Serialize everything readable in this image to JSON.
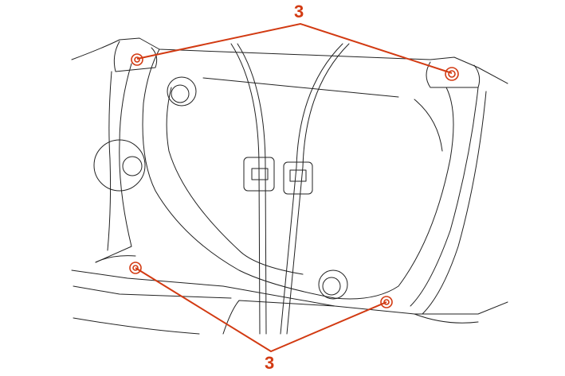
{
  "callouts": [
    {
      "label": "3",
      "position": "top",
      "fasteners": 2
    },
    {
      "label": "3",
      "position": "bottom",
      "fasteners": 2
    }
  ],
  "colors": {
    "callout": "#d23a12",
    "line": "#222222"
  }
}
